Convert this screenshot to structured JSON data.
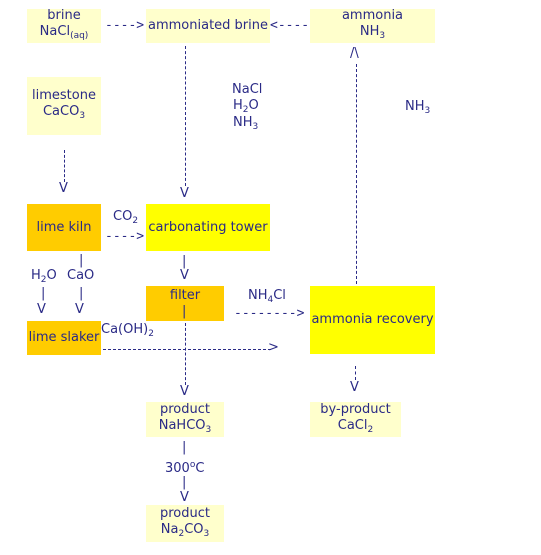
{
  "boxes": {
    "brine": {
      "l1": "brine",
      "l2": "NaCl",
      "l2_sub": "(aq)"
    },
    "ammoniated_brine": "ammoniated brine",
    "ammonia": {
      "l1": "ammonia",
      "l2": "NH",
      "l2_sub": "3"
    },
    "limestone": {
      "l1": "limestone",
      "l2": "CaCO",
      "l2_sub": "3"
    },
    "lime_kiln": "lime kiln",
    "carbonating_tower": "carbonating tower",
    "filter": "filter",
    "lime_slaker": "lime slaker",
    "ammonia_recovery": "ammonia recovery",
    "product_nahco3": {
      "l1": "product",
      "l2": "NaHCO",
      "l2_sub": "3"
    },
    "byproduct_cacl2": {
      "l1": "by-product",
      "l2": "CaCl",
      "l2_sub": "2"
    },
    "product_na2co3": {
      "l1": "product",
      "l2a": "Na",
      "l2a_sub": "2",
      "l2b": "CO",
      "l2b_sub": "3"
    }
  },
  "labels": {
    "nacl": "NaCl",
    "h2o_mid": {
      "a": "H",
      "sub": "2",
      "b": "O"
    },
    "nh3_mid": {
      "a": "NH",
      "sub": "3"
    },
    "nh3_right": {
      "a": "NH",
      "sub": "3"
    },
    "co2": {
      "a": "CO",
      "sub": "2"
    },
    "h2o_left": {
      "a": "H",
      "sub": "2",
      "b": "O"
    },
    "cao": "CaO",
    "nh4cl": {
      "a": "NH",
      "sub": "4",
      "b": "Cl"
    },
    "caoh2": {
      "a": "Ca(OH)",
      "sub": "2"
    },
    "temp": {
      "a": "300",
      "sup": "o",
      "b": "C"
    }
  },
  "arrows": {
    "brine_to_ab": "---->",
    "ammonia_to_ab": "<----",
    "up_head": "/\\",
    "down_head": "V",
    "tick": "|",
    "kiln_to_tower": "---->",
    "filter_to_recovery": "-------->"
  },
  "colors": {
    "text": "#2a2a86",
    "pale_box": "#ffffcc",
    "kiln_box": "#ffcc00",
    "recovery_box": "#ffff00"
  }
}
